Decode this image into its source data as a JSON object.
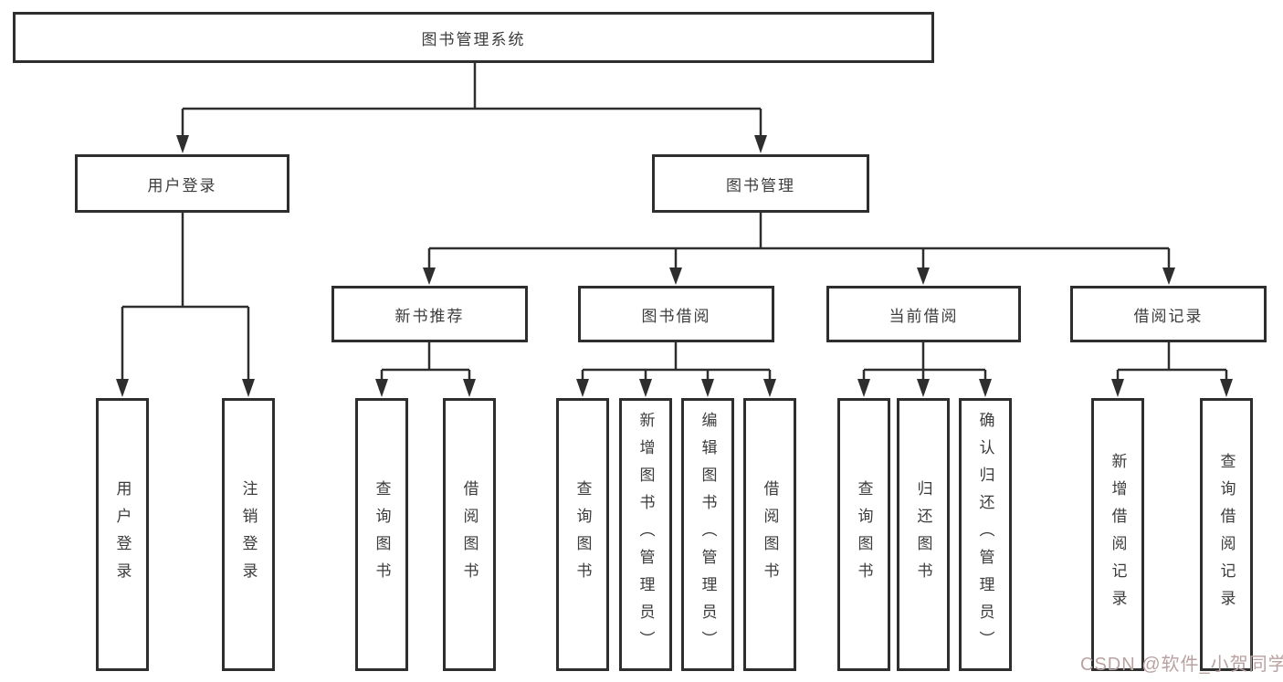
{
  "diagram": {
    "title": "图书管理系统",
    "level2": {
      "user_login": "用户登录",
      "book_mgmt": "图书管理"
    },
    "level3": {
      "new_book": "新书推荐",
      "book_borrow": "图书借阅",
      "current_borrow": "当前借阅",
      "borrow_records": "借阅记录"
    },
    "leaves": {
      "user_login": [
        "用户登录",
        "注销登录"
      ],
      "new_book": [
        "查询图书",
        "借阅图书"
      ],
      "book_borrow": [
        "查询图书",
        "新增图书（管理员）",
        "编辑图书（管理员）",
        "借阅图书"
      ],
      "current_borrow": [
        "查询图书",
        "归还图书",
        "确认归还（管理员）"
      ],
      "borrow_records": [
        "新增借阅记录",
        "查询借阅记录"
      ]
    },
    "watermark": "CSDN @软件_小贺同学",
    "colors": {
      "line": "#2e2e2e",
      "box_border": "#2e2e2e",
      "text": "#3c3c3c",
      "background": "#ffffff",
      "watermark": "#b9a2a2"
    }
  }
}
